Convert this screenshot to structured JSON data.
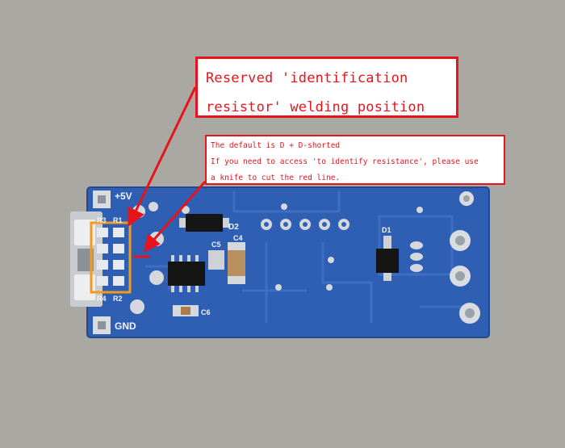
{
  "callout_main": {
    "line1": "Reserved 'identification",
    "line2": "resistor' welding position"
  },
  "callout_note": {
    "line1": "The default is D + D-shorted",
    "line2": "If you need to access 'to identify resistance', please use",
    "line3": "a knife to cut the red line."
  },
  "board": {
    "labels": {
      "plus5v": "+5V",
      "gnd": "GND",
      "r1": "R1",
      "r2": "R2",
      "r3": "R3",
      "r4": "R4",
      "d1": "D1",
      "d2": "D2",
      "c4": "C4",
      "c5": "C5",
      "c6": "C6"
    }
  },
  "colors": {
    "background": "#a9a8a3",
    "pcb": "#2f5fb3",
    "callout_red": "#e8131b",
    "highlight_orange": "#f39a1e"
  }
}
